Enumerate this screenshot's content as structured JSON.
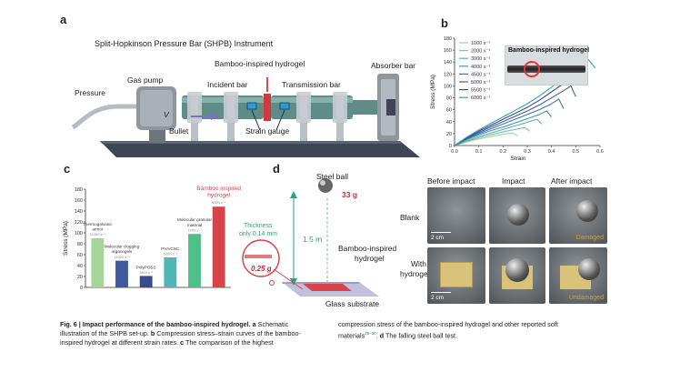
{
  "panel_a": {
    "letter": "a",
    "title": "Split-Hopkinson Pressure Bar (SHPB) Instrument",
    "labels": {
      "pressure": "Pressure",
      "gas_pump": "Gas pump",
      "hydrogel": "Bamboo-inspired hydrogel",
      "absorber": "Absorber bar",
      "incident": "Incident bar",
      "transmission": "Transmission bar",
      "v": "V",
      "bullet": "Bullet",
      "strain_gauge": "Strain gauge"
    },
    "colors": {
      "bar": "#5f8c86",
      "base": "#3e4656",
      "hydrogel": "#d0393f"
    }
  },
  "panel_b": {
    "letter": "b",
    "inset_title": "Bamboo-inspired hydrogel"
  },
  "panel_c": {
    "letter": "c"
  },
  "panel_d": {
    "letter": "d",
    "steel_ball": "Steel ball",
    "mass": "33 g",
    "height": "1.5 m",
    "thickness": "Thickness\nonly 0.14 mm",
    "thickness_line1": "Thickness",
    "thickness_line2": "only 0.14 mm",
    "sample_mass": "0.25 g",
    "hydrogel_line1": "Bamboo-inspired",
    "hydrogel_line2": "hydrogel",
    "substrate": "Glass substrate",
    "col_before": "Before impact",
    "col_impact": "Impact",
    "col_after": "After impact",
    "row_blank": "Blank",
    "row_with_line1": "With",
    "row_with_line2": "hydrogel",
    "scale": "2 cm",
    "damaged": "Damaged",
    "undamaged": "Undamaged"
  },
  "caption": {
    "fig": "Fig. 6 | Impact performance of the bamboo-inspired hydrogel.",
    "left_a": " a",
    "left_1": " Schematic",
    "left_2": "illustration of the SHPB set-up.",
    "left_b": " b",
    "left_3": " Compression stress–strain curves of the bamboo-",
    "left_4": "inspired hydrogel at different strain rates.",
    "left_c": " c",
    "left_5": " The comparison of the highest",
    "right_1": "compression stress of the bamboo-inspired hydrogel and other reported soft",
    "right_2": "materials",
    "right_refs": "25–30",
    "right_3": ". ",
    "right_d": "d",
    "right_4": " The falling steel ball test."
  },
  "chart_data": [
    {
      "type": "line",
      "xlabel": "Strain",
      "ylabel": "Stress (MPa)",
      "xlim": [
        0.0,
        0.6
      ],
      "ylim": [
        0,
        180
      ],
      "xticks": [
        "0.0",
        "0.1",
        "0.2",
        "0.3",
        "0.4",
        "0.5",
        "0.6"
      ],
      "yticks": [
        "0",
        "20",
        "40",
        "60",
        "80",
        "100",
        "120",
        "140",
        "160",
        "180"
      ],
      "legend_placement": "top-left",
      "series": [
        {
          "name": "1000 s⁻¹",
          "color": "#a7d49b",
          "x": [
            0,
            0.05,
            0.1,
            0.15,
            0.2,
            0.24,
            0.26
          ],
          "y": [
            0,
            6,
            11,
            15,
            19,
            21,
            16
          ]
        },
        {
          "name": "2000 s⁻¹",
          "color": "#7dc4a8",
          "x": [
            0,
            0.05,
            0.1,
            0.15,
            0.2,
            0.25,
            0.29,
            0.31
          ],
          "y": [
            0,
            7,
            13,
            18,
            23,
            27,
            30,
            24
          ]
        },
        {
          "name": "3000 s⁻¹",
          "color": "#5bb3b3",
          "x": [
            0,
            0.05,
            0.1,
            0.15,
            0.2,
            0.25,
            0.3,
            0.34,
            0.36
          ],
          "y": [
            0,
            8,
            15,
            21,
            27,
            33,
            39,
            44,
            36
          ]
        },
        {
          "name": "4000 s⁻¹",
          "color": "#4a93b0",
          "x": [
            0,
            0.05,
            0.1,
            0.15,
            0.2,
            0.25,
            0.3,
            0.35,
            0.38,
            0.4
          ],
          "y": [
            0,
            10,
            18,
            25,
            31,
            38,
            45,
            52,
            58,
            48
          ]
        },
        {
          "name": "4500 s⁻¹",
          "color": "#4574a8",
          "x": [
            0,
            0.05,
            0.1,
            0.15,
            0.2,
            0.25,
            0.3,
            0.35,
            0.4,
            0.43,
            0.45
          ],
          "y": [
            0,
            11,
            20,
            28,
            36,
            44,
            52,
            60,
            70,
            78,
            62
          ]
        },
        {
          "name": "5000 s⁻¹",
          "color": "#3f5a9c",
          "x": [
            0,
            0.05,
            0.1,
            0.15,
            0.2,
            0.25,
            0.3,
            0.35,
            0.4,
            0.45,
            0.48,
            0.5
          ],
          "y": [
            0,
            12,
            22,
            31,
            40,
            49,
            58,
            68,
            80,
            92,
            100,
            82
          ]
        },
        {
          "name": "5500 s⁻¹",
          "color": "#3a4a8c",
          "x": [
            0,
            0.05,
            0.1,
            0.15,
            0.2,
            0.25,
            0.3,
            0.35,
            0.4,
            0.45,
            0.5,
            0.52,
            0.54
          ],
          "y": [
            0,
            13,
            24,
            34,
            44,
            54,
            64,
            76,
            90,
            104,
            118,
            122,
            108
          ]
        },
        {
          "name": "6000 s⁻¹",
          "color": "#2fa3a0",
          "x": [
            0,
            0.05,
            0.1,
            0.15,
            0.2,
            0.25,
            0.3,
            0.35,
            0.4,
            0.45,
            0.5,
            0.55,
            0.58
          ],
          "y": [
            0,
            14,
            26,
            37,
            48,
            59,
            70,
            83,
            98,
            114,
            130,
            145,
            130
          ]
        }
      ]
    },
    {
      "type": "bar",
      "ylabel": "Stress (MPa)",
      "ylim": [
        0,
        180
      ],
      "yticks": [
        "0",
        "20",
        "40",
        "60",
        "80",
        "100",
        "120",
        "140",
        "160",
        "180"
      ],
      "bars": [
        {
          "label1": "Thermogalvanic",
          "label2": "armor",
          "rate": "11000 s⁻¹",
          "value": 90,
          "color": "#a7d49b"
        },
        {
          "label1": "Molecular clogging",
          "label2": "organogels",
          "rate": "11000 s⁻¹",
          "value": 49,
          "color": "#3f5a9c"
        },
        {
          "label1": "PolyPOSS",
          "label2": "",
          "rate": "1865 s⁻¹",
          "value": 21,
          "color": "#3a4a8c"
        },
        {
          "label1": "PVA/CNC",
          "label2": "",
          "rate": "6000 s⁻¹",
          "value": 55,
          "color": "#4fb6b6"
        },
        {
          "label1": "Molecular granular",
          "label2": "material",
          "rate": "7200 s⁻¹",
          "value": 98,
          "color": "#4ec08a"
        },
        {
          "label1": "Bamboo inspired",
          "label2": "hydrogel",
          "rate": "6000 s⁻¹",
          "value": 148,
          "color": "#d6434a",
          "highlight": true
        }
      ]
    }
  ]
}
